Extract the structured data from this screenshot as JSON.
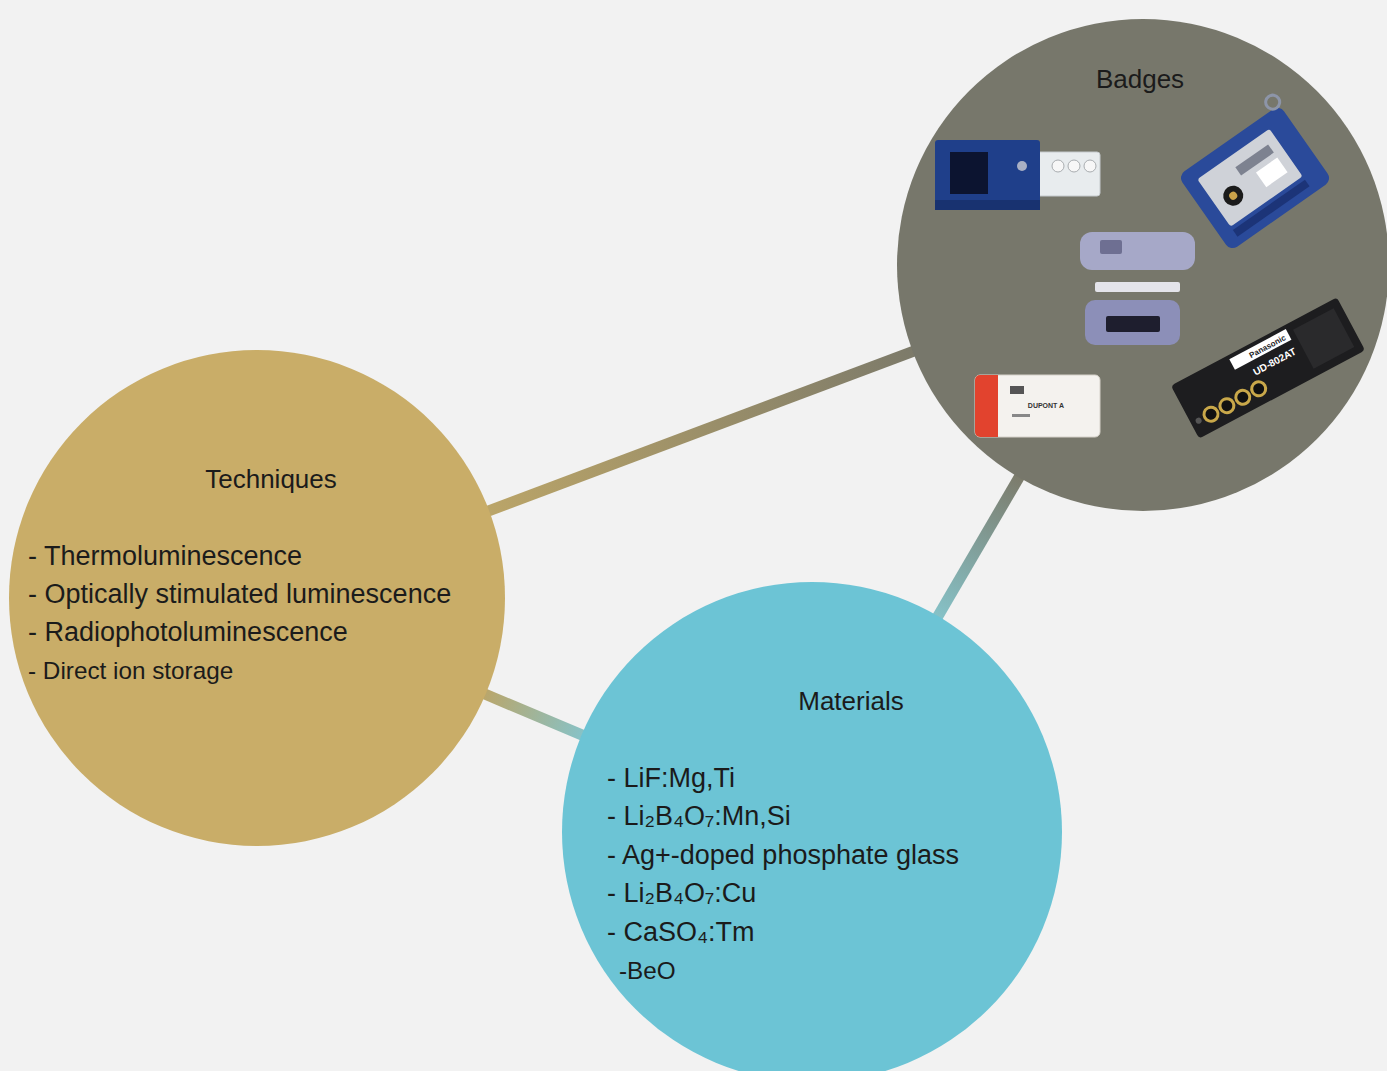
{
  "diagram": {
    "nodes": [
      {
        "text": [
          "Badges"
        ]
      },
      {
        "text": [
          "Techniques",
          "- Thermoluminescence",
          "- Optically stimulated luminescence",
          "- Radiophotoluminescence",
          "- Direct ion storage"
        ]
      },
      {
        "text": [
          "Materials",
          "- LiF:Mg,Ti",
          "- Li₂B₄O₇:Mn,Si",
          "- Ag+-doped phosphate glass",
          "- Li₂B₄O₇:Cu",
          "- CaSO₄:Tm",
          "-BeO"
        ]
      }
    ],
    "edges": [
      {
        "from": 1,
        "to": 0,
        "arrow": "none"
      },
      {
        "from": 2,
        "to": 0,
        "arrow": "none"
      },
      {
        "from": 1,
        "to": 2,
        "arrow": "none"
      }
    ],
    "labels": [
      "DUPONT A",
      "Panasonic",
      "UD-802AT"
    ]
  }
}
